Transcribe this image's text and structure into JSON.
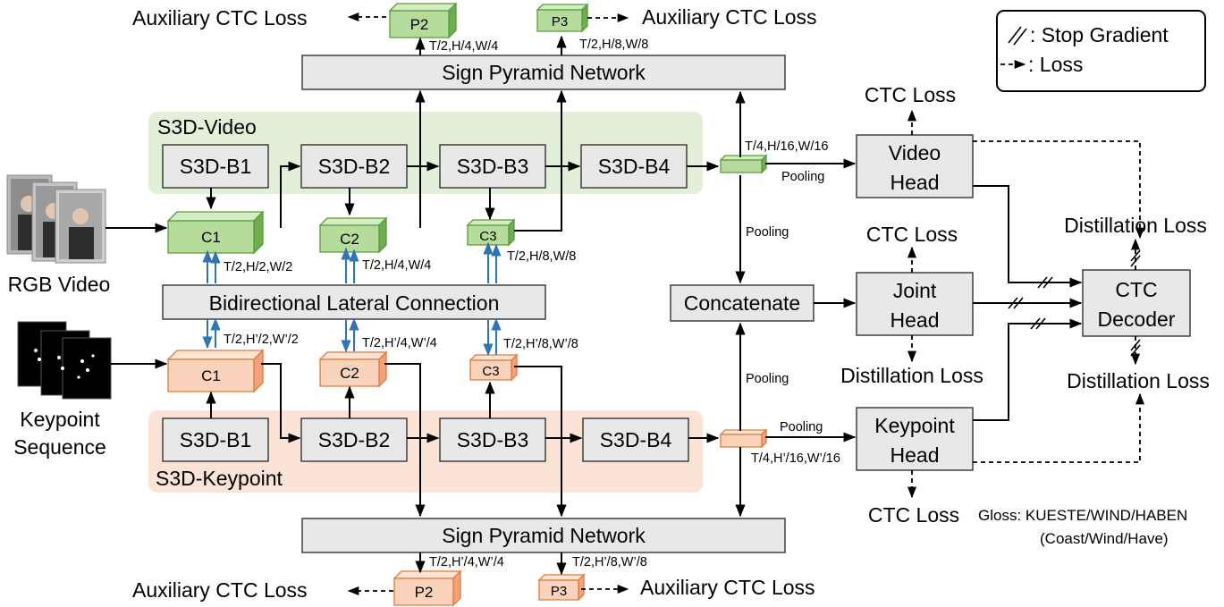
{
  "spn_top": "Sign Pyramid Network",
  "spn_bottom": "Sign Pyramid Network",
  "s3d_video_title": "S3D-Video",
  "s3d_keypoint_title": "S3D-Keypoint",
  "blocks": {
    "b1": "S3D-B1",
    "b2": "S3D-B2",
    "b3": "S3D-B3",
    "b4": "S3D-B4"
  },
  "cubes": {
    "c1": "C1",
    "c2": "C2",
    "c3": "C3",
    "p2": "P2",
    "p3": "P3"
  },
  "blc": "Bidirectional Lateral Connection",
  "concatenate": "Concatenate",
  "inputs": {
    "rgb": "RGB Video",
    "kp_line1": "Keypoint",
    "kp_line2": "Sequence"
  },
  "heads": {
    "video_l1": "Video",
    "video_l2": "Head",
    "joint_l1": "Joint",
    "joint_l2": "Head",
    "keypoint_l1": "Keypoint",
    "keypoint_l2": "Head"
  },
  "decoder_l1": "CTC",
  "decoder_l2": "Decoder",
  "losses": {
    "aux": "Auxiliary CTC Loss",
    "ctc": "CTC Loss",
    "distill": "Distillation Loss"
  },
  "pooling": "Pooling",
  "dims": {
    "top_p2": "T/2,H/4,W/4",
    "top_p3": "T/2,H/8,W/8",
    "video_c1": "T/2,H/2,W/2",
    "video_c2": "T/2,H/4,W/4",
    "video_c3": "T/2,H/8,W/8",
    "kp_c1": "T/2,H’/2,W’/2",
    "kp_c2": "T/2,H’/4,W’/4",
    "kp_c3": "T/2,H’/8,W’/8",
    "video_out": "T/4,H/16,W/16",
    "kp_out": "T/4,H’/16,W’/16",
    "bot_p2": "T/2,H’/4,W’/4",
    "bot_p3": "T/2,H’/8,W’/8"
  },
  "legend": {
    "stop_gradient": ": Stop Gradient",
    "loss": ": Loss"
  },
  "gloss_line1": "Gloss: KUESTE/WIND/HABEN",
  "gloss_line2": "(Coast/Wind/Have)",
  "colors": {
    "green_face": "#b5dc9a",
    "green_top": "#d4ecc4",
    "green_side": "#6fae4f",
    "green_stroke": "#5a9a3c",
    "orange_face": "#fbd2bb",
    "orange_top": "#fde5d6",
    "orange_side": "#f4a27a",
    "orange_stroke": "#e07b39",
    "video_bg": "#e2efd9",
    "kp_bg": "#fbe3d6",
    "blue": "#2e75b6"
  }
}
